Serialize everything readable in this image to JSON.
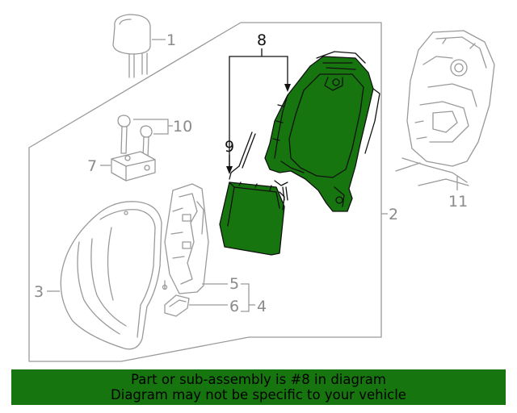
{
  "colors": {
    "highlight": "#17750f",
    "line": "#9a9a9a",
    "ink": "#111111"
  },
  "callouts": {
    "c1": "1",
    "c2": "2",
    "c3": "3",
    "c4": "4",
    "c5": "5",
    "c6": "6",
    "c7": "7",
    "c8": "8",
    "c9": "9",
    "c10": "10",
    "c11": "11"
  },
  "banner": {
    "line1": "Part or sub-assembly is #8 in diagram",
    "line2": "Diagram may not be specific to your vehicle"
  }
}
